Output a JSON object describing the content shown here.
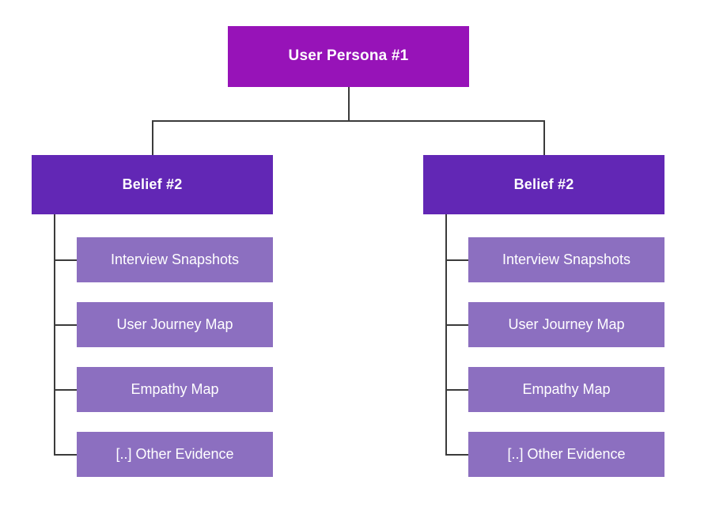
{
  "diagram": {
    "title_text": "User Persona #1",
    "colors": {
      "root": "#9713b8",
      "branch": "#6227b5",
      "leaf": "#8c6fc0",
      "connector": "#3b3b3b",
      "background": "#ffffff",
      "label": "#ffffff"
    },
    "root": {
      "label": "User Persona #1"
    },
    "branches": [
      {
        "label": "Belief #2",
        "children": [
          {
            "label": "Interview Snapshots"
          },
          {
            "label": "User Journey Map"
          },
          {
            "label": "Empathy Map"
          },
          {
            "label": "[..] Other Evidence"
          }
        ]
      },
      {
        "label": "Belief #2",
        "children": [
          {
            "label": "Interview Snapshots"
          },
          {
            "label": "User Journey Map"
          },
          {
            "label": "Empathy Map"
          },
          {
            "label": "[..] Other Evidence"
          }
        ]
      }
    ]
  }
}
